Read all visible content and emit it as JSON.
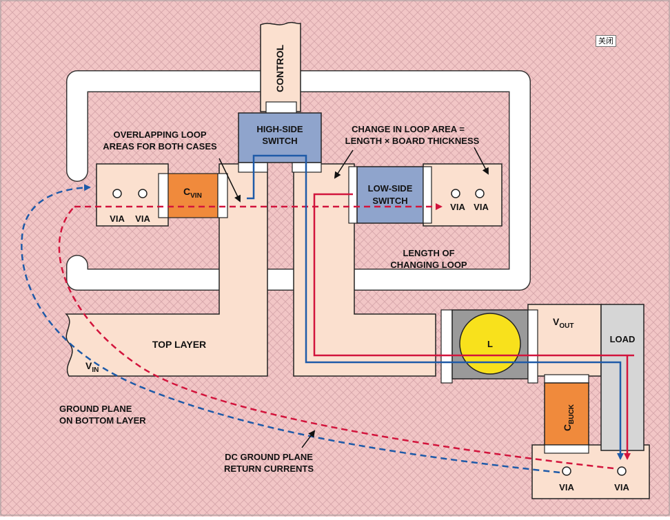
{
  "diagram": {
    "labels": {
      "control": "CONTROL",
      "high_side_1": "HIGH-SIDE",
      "high_side_2": "SWITCH",
      "low_side_1": "LOW-SIDE",
      "low_side_2": "SWITCH",
      "cvin_main": "C",
      "cvin_sub": "VIN",
      "cbuck_main": "C",
      "cbuck_sub": "BUCK",
      "vout_main": "V",
      "vout_sub": "OUT",
      "vin_main": "V",
      "vin_sub": "IN",
      "load": "LOAD",
      "inductor": "L",
      "top_layer": "TOP LAYER",
      "via": "VIA",
      "overlap_1": "OVERLAPPING LOOP",
      "overlap_2": "AREAS FOR BOTH CASES",
      "change_1": "CHANGE IN LOOP AREA =",
      "change_2": "LENGTH × BOARD THICKNESS",
      "length_1": "LENGTH OF",
      "length_2": "CHANGING LOOP",
      "ground_1": "GROUND PLANE",
      "ground_2": "ON BOTTOM LAYER",
      "dc_1": "DC GROUND PLANE",
      "dc_2": "RETURN CURRENTS"
    },
    "close_button": "关闭"
  },
  "colors": {
    "background": "#f2c6c6",
    "hatch": "#d9a9ad",
    "copper": "#fbe0cf",
    "switch": "#8fa4cc",
    "capacitor": "#f08a3c",
    "load": "#d6d6d6",
    "inductor_body": "#9a9a9a",
    "inductor_core": "#f8e11c",
    "red_path": "#d2143c",
    "blue_path": "#1e5aa8"
  }
}
